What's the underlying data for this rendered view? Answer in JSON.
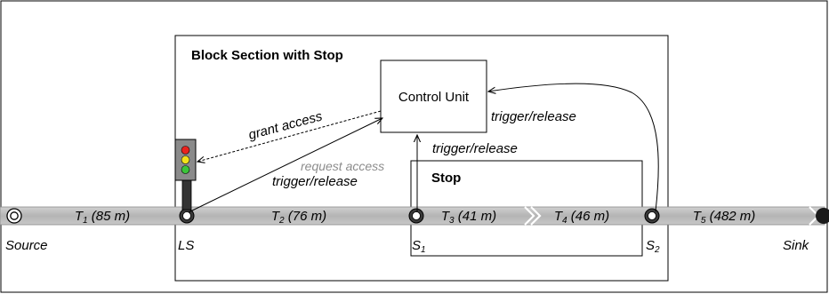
{
  "block": {
    "title": "Block Section with Stop",
    "control_unit": "Control Unit",
    "stop": "Stop"
  },
  "tracks": [
    {
      "base": "T",
      "sub": "1",
      "length": " (85 m)"
    },
    {
      "base": "T",
      "sub": "2",
      "length": " (76 m)"
    },
    {
      "base": "T",
      "sub": "3",
      "length": " (41 m)"
    },
    {
      "base": "T",
      "sub": "4",
      "length": " (46 m)"
    },
    {
      "base": "T",
      "sub": "5",
      "length": " (482 m)"
    }
  ],
  "nodes": {
    "source": "Source",
    "sink": "Sink",
    "ls": "LS",
    "s1": {
      "base": "S",
      "sub": "1"
    },
    "s2": {
      "base": "S",
      "sub": "2"
    }
  },
  "arrows": {
    "grant_access": "grant access",
    "request_access": "request access",
    "trigger_release": "trigger/release"
  },
  "traffic_light": {
    "colors": [
      "#e8231e",
      "#f2e21a",
      "#3cc43a"
    ],
    "housing_color": "#8a8a8a"
  },
  "colors": {
    "track": "#b9b9b9",
    "request_text": "#8c8c8c"
  }
}
